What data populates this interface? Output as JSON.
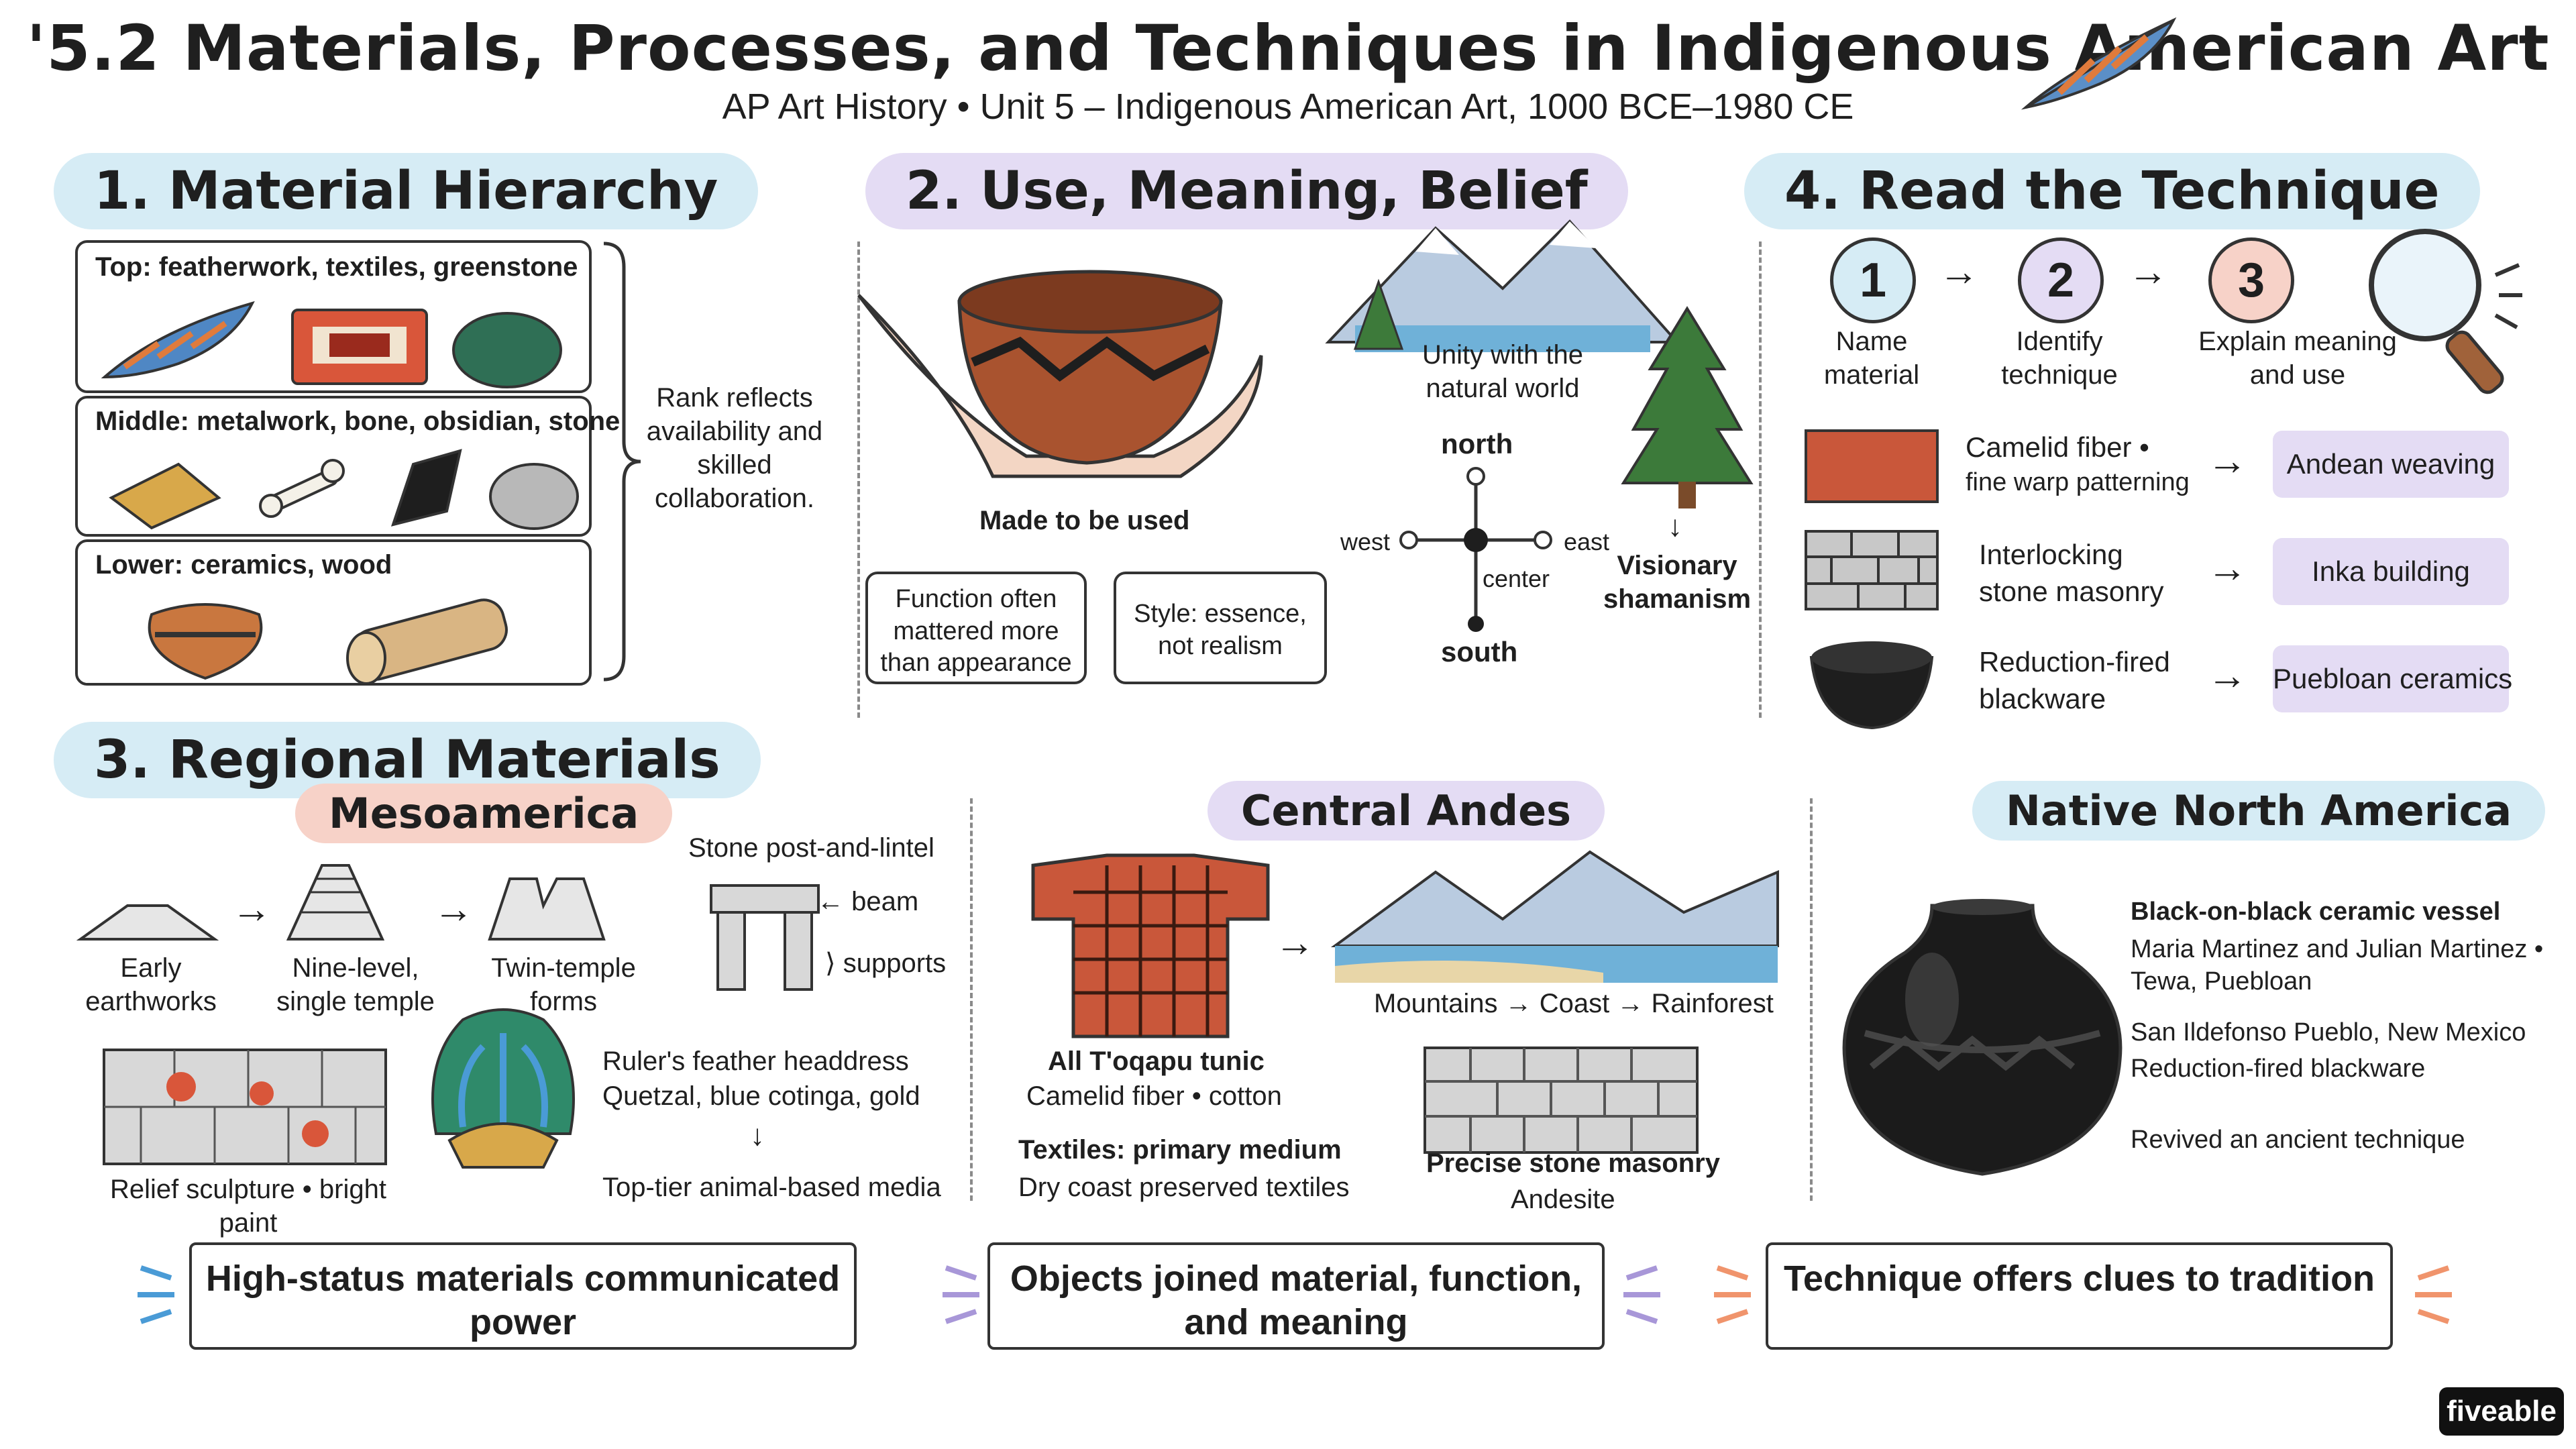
{
  "header": {
    "title": "'5.2 Materials, Processes, and Techniques in Indigenous American Art",
    "subtitle": "AP Art History • Unit 5 – Indigenous American Art, 1000 BCE–1980 CE"
  },
  "section1": {
    "heading": "1. Material Hierarchy",
    "tiers": [
      {
        "label": "Top: featherwork, textiles, greenstone"
      },
      {
        "label": "Middle: metalwork, bone, obsidian, stone"
      },
      {
        "label": "Lower: ceramics, wood"
      }
    ],
    "note": "Rank reflects availability and skilled collaboration."
  },
  "section2": {
    "heading": "2. Use, Meaning, Belief",
    "bowl_caption": "Made to be used",
    "box1": "Function often mattered more than appearance",
    "box2": "Style: essence, not realism",
    "unity": "Unity with the natural world",
    "directions": {
      "north": "north",
      "south": "south",
      "east": "east",
      "west": "west",
      "center": "center"
    },
    "visionary": "Visionary shamanism"
  },
  "section4": {
    "heading": "4. Read the Technique",
    "steps": [
      {
        "num": "1",
        "label": "Name material"
      },
      {
        "num": "2",
        "label": "Identify technique"
      },
      {
        "num": "3",
        "label": "Explain meaning and use"
      }
    ],
    "rows": [
      {
        "text": "Camelid fiber •",
        "text2": "fine warp patterning",
        "result": "Andean weaving"
      },
      {
        "text": "Interlocking",
        "text2": "stone masonry",
        "result": "Inka building"
      },
      {
        "text": "Reduction-fired",
        "text2": "blackware",
        "result": "Puebloan ceramics"
      }
    ]
  },
  "section3": {
    "heading": "3. Regional Materials",
    "meso": {
      "heading": "Mesoamerica",
      "stage1": "Early earthworks",
      "stage2": "Nine-level, single temple",
      "stage3": "Twin-temple forms",
      "post_title": "Stone post-and-lintel",
      "beam": "beam",
      "supports": "supports",
      "relief": "Relief sculpture • bright paint",
      "headdress_title": "Ruler's feather headdress",
      "headdress_sub": "Quetzal, blue cotinga, gold",
      "headdress_result": "Top-tier animal-based media"
    },
    "andes": {
      "heading": "Central Andes",
      "tunic_title": "All T'oqapu tunic",
      "tunic_sub": "Camelid fiber • cotton",
      "landscape": "Mountains → Coast → Rainforest",
      "textiles_title": "Textiles: primary medium",
      "textiles_sub": "Dry coast preserved textiles",
      "masonry_title": "Precise stone masonry",
      "masonry_sub": "Andesite"
    },
    "north": {
      "heading": "Native North America",
      "vessel_title": "Black-on-black ceramic vessel",
      "artists": "Maria Martinez and Julian Martinez •",
      "tribe": "Tewa, Puebloan",
      "place": "San Ildefonso Pueblo, New Mexico",
      "technique": "Reduction-fired blackware",
      "revived": "Revived an ancient technique"
    }
  },
  "footer": {
    "box1": "High-status materials communicated power",
    "box2": "Objects joined material, function, and meaning",
    "box3": "Technique offers clues to tradition",
    "brand": "fiveable"
  },
  "icons": [
    "feather-icon",
    "magnifier-icon",
    "bowl-icon",
    "mountain-icon",
    "pine-tree-icon",
    "compass-icon",
    "pyramid-icon",
    "tunic-icon",
    "black-pot-icon"
  ],
  "colors": {
    "blue": "#d6ecf5",
    "purple": "#e4dcf4",
    "salmon": "#f7d2c8"
  }
}
